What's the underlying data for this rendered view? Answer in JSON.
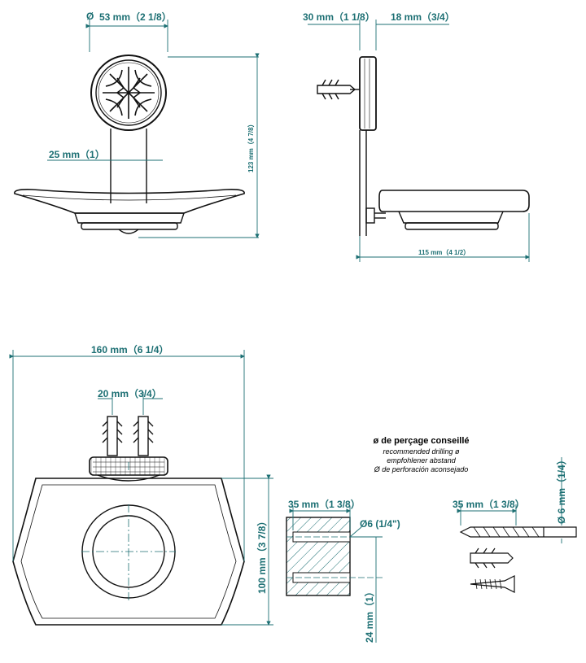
{
  "colors": {
    "dimension": "#1c6f73",
    "line": "#111111",
    "hatch": "#1c6f73"
  },
  "dims": {
    "width_53": "53 mm（2 1/8）",
    "width_53_prefix": "Ø",
    "width_25": "25 mm（1）",
    "height_123": "123 mm（4 7/8）",
    "depth_30": "30 mm（1 1/8）",
    "depth_18": "18 mm（3/4）",
    "depth_115": "115 mm（4 1/2）",
    "width_160": "160 mm（6 1/4）",
    "spacing_20": "20 mm（3/4）",
    "height_100": "100 mm（3 7/8）",
    "drill_35": "35 mm（1 3/8）",
    "hole_6": "Ø6 (1/4\")",
    "offset_24": "24 mm（1）",
    "bit_35": "35 mm（1 3/8）",
    "bit_6": "Ø 6 mm（1/4）"
  },
  "drilling_note": {
    "title": "ø de perçage conseillé",
    "line_en": "recommended drilling ø",
    "line_de": "empfohlener abstand",
    "line_es": "Ø de perforación aconsejado"
  }
}
